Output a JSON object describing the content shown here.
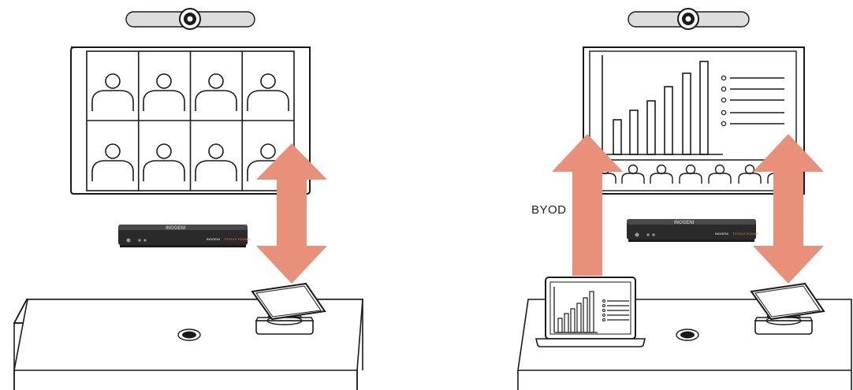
{
  "labels": {
    "byod": "BYOD"
  },
  "device": {
    "logo": "INOGENI",
    "brand_right": "INOGENI",
    "model": "TOGGLE ROOMS"
  },
  "colors": {
    "arrow": "#E8907A",
    "line": "#1a1a1a",
    "device_body": "#2a2a2a",
    "camera_bar": "#dddddd",
    "accent": "#e07a3a"
  }
}
